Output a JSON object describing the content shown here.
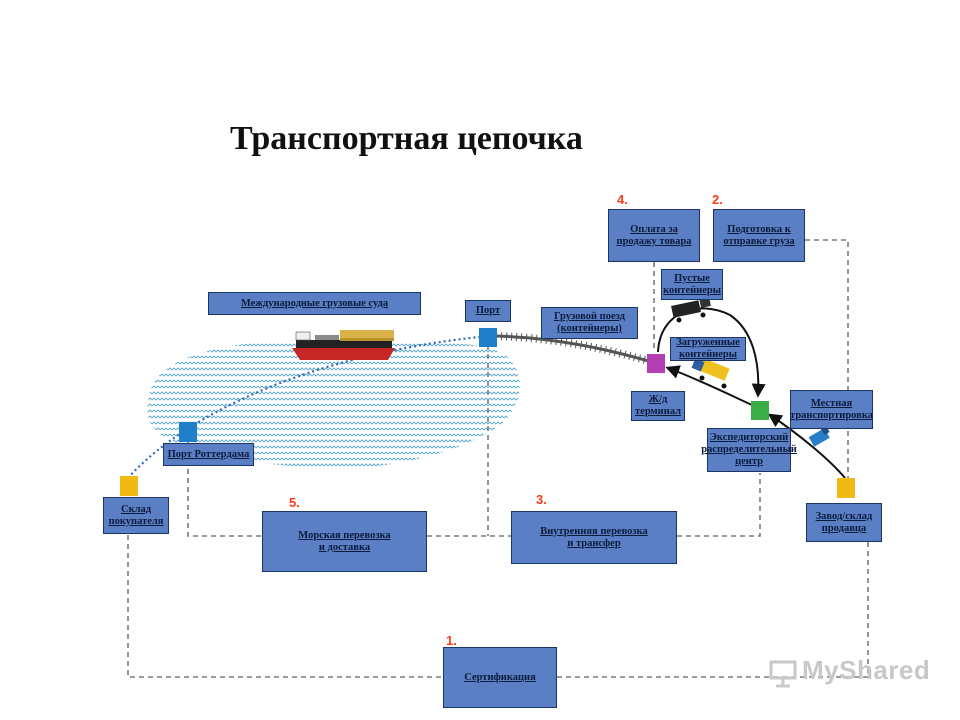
{
  "title": "Транспортная цепочка",
  "boxes": {
    "intl_ships": "Международные грузовые суда",
    "port": "Порт",
    "train": "Грузовой поезд\n(контейнеры)",
    "payment": "Оплата за\nпродажу товара",
    "prep": "Подготовка к\nотправке груза",
    "empty": "Пустые\nконтейнеры",
    "loaded": "Загруженные\nконтейнеры",
    "rail_terminal": "Ж/д\nтерминал",
    "local_transport": "Местная\nтранспортировка",
    "forwarding_center": "Экспедиторский\nраспределительный\nцентр",
    "factory": "Завод/склад\nпродавца",
    "rotterdam": "Порт Роттердама",
    "buyer_warehouse": "Склад\nпокупателя",
    "sea_transport": "Морская перевозка\nи доставка",
    "inland_transport": "Внутренняя перевозка\nи трансфер",
    "certification": "Сертификация"
  },
  "steps": {
    "s1": "1.",
    "s2": "2.",
    "s3": "3.",
    "s4": "4.",
    "s5": "5."
  },
  "colors": {
    "box_fill": "#5b7fc4",
    "box_border": "#1d3467",
    "step_number": "#ff3b17",
    "port_blue": "#1f7fc9",
    "buyer_yellow": "#f2b914",
    "rail_magenta": "#b43fb4",
    "center_green": "#3cae49",
    "factory_yellow": "#f2b914",
    "water": "#9ecbe0"
  },
  "watermark": "MyShared"
}
